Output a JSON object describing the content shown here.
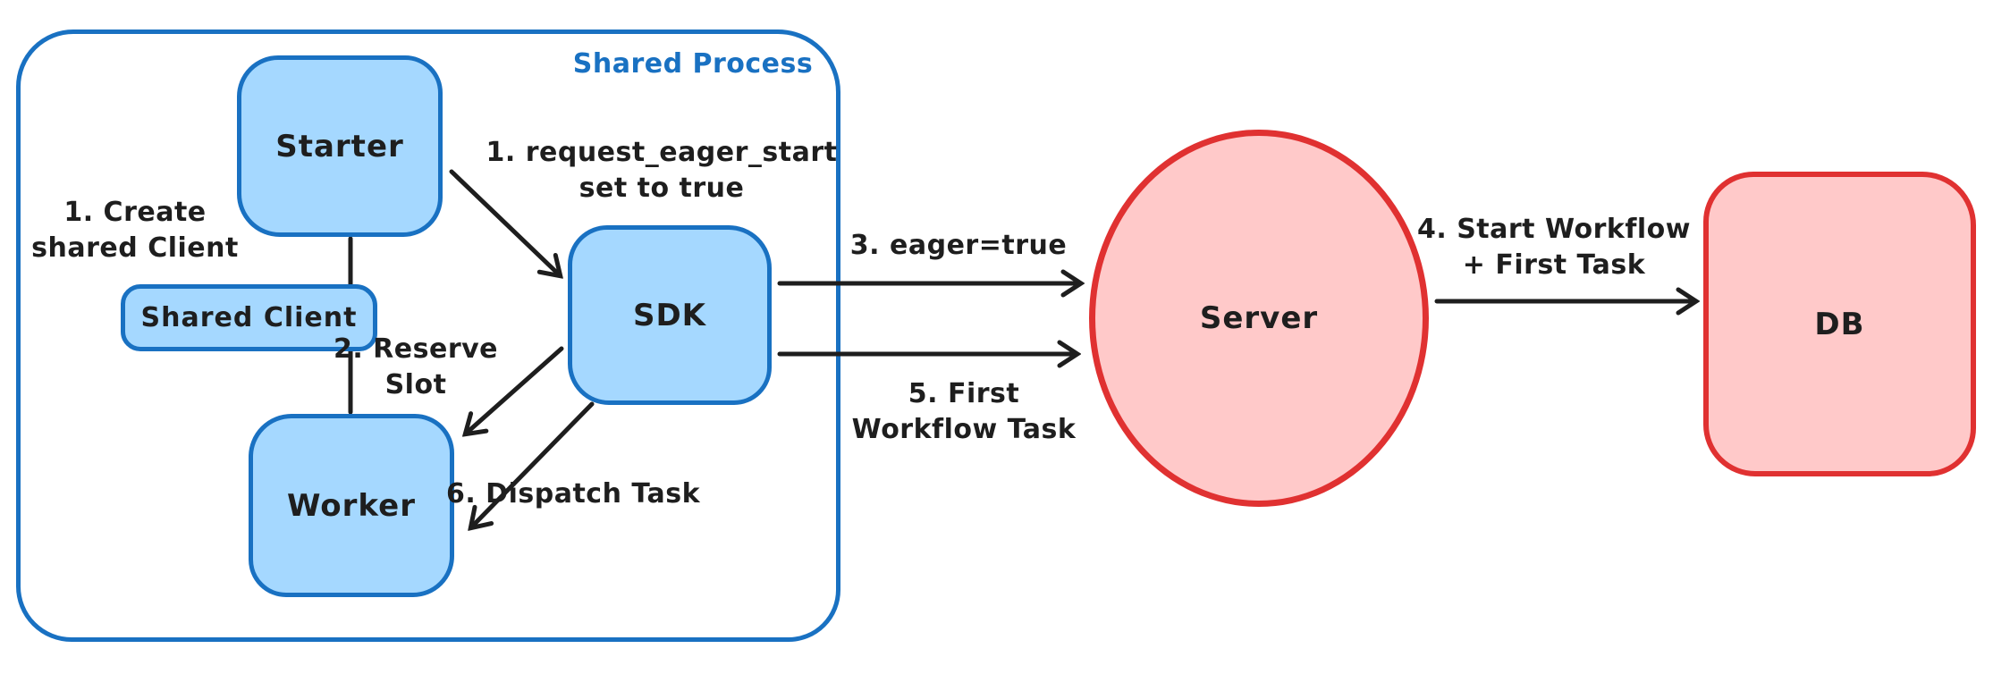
{
  "diagram": {
    "container": {
      "label": "Shared Process"
    },
    "nodes": {
      "starter": {
        "label": "Starter"
      },
      "shared_client": {
        "label": "Shared Client"
      },
      "worker": {
        "label": "Worker"
      },
      "sdk": {
        "label": "SDK"
      },
      "server": {
        "label": "Server"
      },
      "db": {
        "label": "DB"
      }
    },
    "edge_labels": {
      "create_shared_client": "1. Create\nshared Client",
      "request_eager_start": "1. request_eager_start\nset to true",
      "reserve_slot": "2. Reserve\nSlot",
      "eager_true": "3. eager=true",
      "start_workflow": "4. Start Workflow\n+ First Task",
      "first_workflow_task": "5. First\nWorkflow Task",
      "dispatch_task": "6. Dispatch Task"
    }
  },
  "colors": {
    "blue_stroke": "#1971c2",
    "blue_fill": "#a5d8ff",
    "red_stroke": "#e03131",
    "red_fill": "#ffc9c9",
    "ink": "#1e1e1e",
    "canvas_bg": "#ffffff"
  }
}
